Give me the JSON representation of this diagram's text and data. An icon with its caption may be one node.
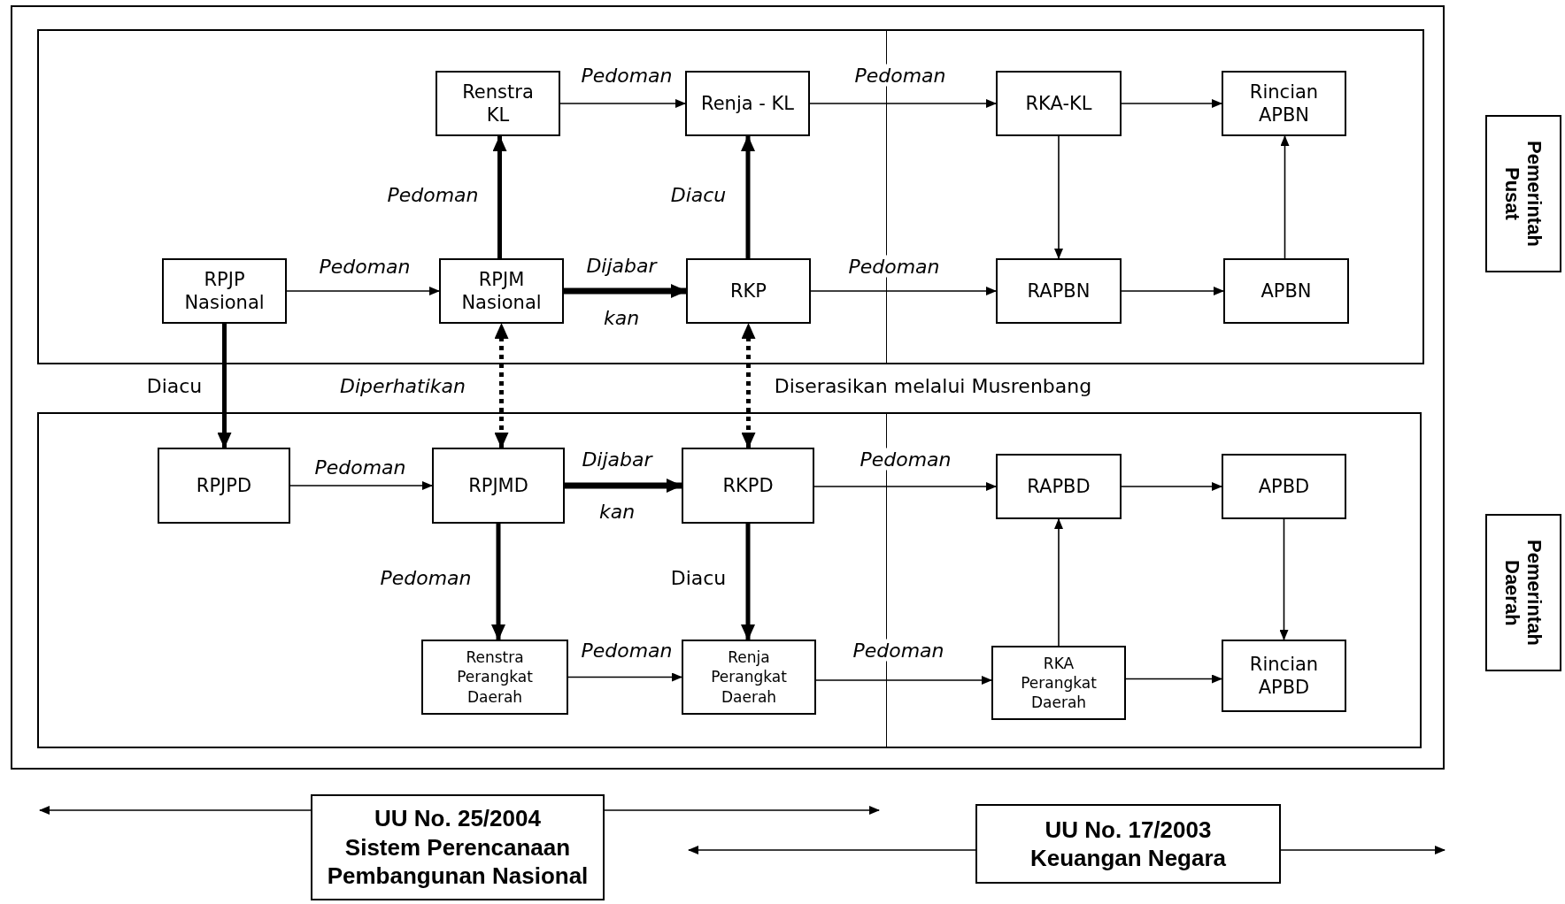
{
  "diagram": {
    "nodes": [
      {
        "text": [
          "Renstra KL"
        ]
      },
      {
        "text": [
          "Renja - KL"
        ]
      },
      {
        "text": [
          "RKA-KL"
        ]
      },
      {
        "text": [
          "Rincian APBN"
        ]
      },
      {
        "text": [
          "RPJP Nasional"
        ]
      },
      {
        "text": [
          "RPJM Nasional"
        ]
      },
      {
        "text": [
          "RKP"
        ]
      },
      {
        "text": [
          "RAPBN"
        ]
      },
      {
        "text": [
          "APBN"
        ]
      },
      {
        "text": [
          "RPJPD"
        ]
      },
      {
        "text": [
          "RPJMD"
        ]
      },
      {
        "text": [
          "RKPD"
        ]
      },
      {
        "text": [
          "RAPBD"
        ]
      },
      {
        "text": [
          "APBD"
        ]
      },
      {
        "text": [
          "Renstra Perangkat Daerah"
        ]
      },
      {
        "text": [
          "Renja Perangkat Daerah"
        ]
      },
      {
        "text": [
          "RKA Perangkat Daerah"
        ]
      },
      {
        "text": [
          "Rincian APBD"
        ]
      },
      {
        "text": [
          "Pemerintah Pusat"
        ]
      },
      {
        "text": [
          "Pemerintah Daerah"
        ]
      },
      {
        "text": [
          "UU No. 25/2004",
          "Sistem Perencanaan Pembangunan Nasional"
        ]
      },
      {
        "text": [
          "UU No. 17/2003",
          "Keuangan Negara"
        ]
      }
    ],
    "edges": [
      {
        "from": 0,
        "to": 1,
        "arrow": "to",
        "label": "Pedoman"
      },
      {
        "from": 1,
        "to": 2,
        "arrow": "to",
        "label": "Pedoman"
      },
      {
        "from": 2,
        "to": 3,
        "arrow": "to"
      },
      {
        "from": 2,
        "to": 7,
        "arrow": "to"
      },
      {
        "from": 8,
        "to": 3,
        "arrow": "to"
      },
      {
        "from": 5,
        "to": 0,
        "arrow": "to",
        "label": "Pedoman",
        "style": "thick"
      },
      {
        "from": 6,
        "to": 1,
        "arrow": "to",
        "label": "Diacu",
        "style": "thick"
      },
      {
        "from": 4,
        "to": 5,
        "arrow": "to",
        "label": "Pedoman"
      },
      {
        "from": 5,
        "to": 6,
        "arrow": "to",
        "label": "Dijabar kan",
        "style": "thick"
      },
      {
        "from": 6,
        "to": 7,
        "arrow": "to",
        "label": "Pedoman"
      },
      {
        "from": 7,
        "to": 8,
        "arrow": "to"
      },
      {
        "from": 4,
        "to": 9,
        "arrow": "to",
        "label": "Diacu",
        "style": "thick"
      },
      {
        "from": 10,
        "to": 5,
        "arrow": "both",
        "label": "Diperhatikan",
        "style": "dashed"
      },
      {
        "from": 11,
        "to": 6,
        "arrow": "both",
        "label": "Diserasikan melalui Musrenbang",
        "style": "dashed"
      },
      {
        "from": 9,
        "to": 10,
        "arrow": "to",
        "label": "Pedoman"
      },
      {
        "from": 10,
        "to": 11,
        "arrow": "to",
        "label": "Dijabar kan",
        "style": "thick"
      },
      {
        "from": 11,
        "to": 12,
        "arrow": "to",
        "label": "Pedoman"
      },
      {
        "from": 12,
        "to": 13,
        "arrow": "to"
      },
      {
        "from": 10,
        "to": 14,
        "arrow": "to",
        "label": "Pedoman",
        "style": "thick"
      },
      {
        "from": 11,
        "to": 15,
        "arrow": "to",
        "label": "Diacu",
        "style": "thick"
      },
      {
        "from": 14,
        "to": 15,
        "arrow": "to",
        "label": "Pedoman"
      },
      {
        "from": 15,
        "to": 16,
        "arrow": "to",
        "label": "Pedoman"
      },
      {
        "from": 16,
        "to": 12,
        "arrow": "to"
      },
      {
        "from": 16,
        "to": 17,
        "arrow": "to"
      },
      {
        "from": 13,
        "to": 17,
        "arrow": "to"
      },
      {
        "from": 20,
        "to": null,
        "arrow": "to"
      },
      {
        "from": 20,
        "to": null,
        "arrow": "to"
      },
      {
        "from": 21,
        "to": null,
        "arrow": "to"
      },
      {
        "from": 21,
        "to": null,
        "arrow": "to"
      }
    ]
  }
}
